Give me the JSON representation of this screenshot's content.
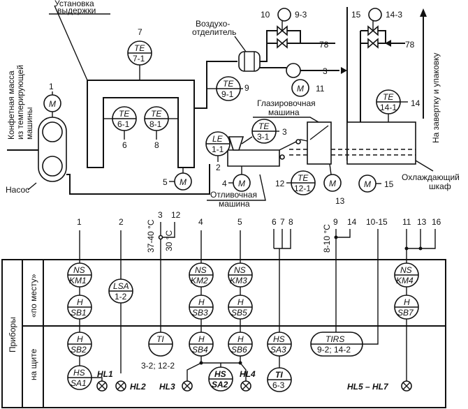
{
  "labels": {
    "installation_line1": "Установка",
    "installation_line2": "выдержки",
    "air_separator_line1": "Воздухо-",
    "air_separator_line2": "отделитель",
    "glazing_line1": "Глазировочная",
    "glazing_line2": "машина",
    "casting_line1": "Отливочная",
    "casting_line2": "машина",
    "cooling_line1": "Охлаждающий",
    "cooling_line2": "шкаф",
    "pump": "Насос",
    "input_line1": "Конфетная масса",
    "input_line2": "из темперирующей",
    "input_line3": "машины",
    "output": "На завертку и упаковку",
    "devices": "Приборы",
    "local": "«по месту»",
    "panel": "на щите"
  },
  "instruments": {
    "te71_a": "TE",
    "te71_b": "7-1",
    "te61_a": "TE",
    "te61_b": "6-1",
    "te81_a": "TE",
    "te81_b": "8-1",
    "te91_a": "TE",
    "te91_b": "9-1",
    "le11_a": "LE",
    "le11_b": "1-1",
    "te31_a": "TE",
    "te31_b": "3-1",
    "te121_a": "TE",
    "te121_b": "12-1",
    "te141_a": "TE",
    "te141_b": "14-1",
    "motor": "M"
  },
  "tags": {
    "n1": "1",
    "n2": "2",
    "n3": "3",
    "n4": "4",
    "n5": "5",
    "n6": "6",
    "n7": "7",
    "n8": "8",
    "n9": "9",
    "n10": "10",
    "n11": "11",
    "n12": "12",
    "n13": "13",
    "n14": "14",
    "n15": "15",
    "n78": "78",
    "n93": "9-3",
    "n143": "14-3"
  },
  "bottom": {
    "cols": {
      "c1": "1",
      "c2": "2",
      "c3": "3",
      "c12": "12",
      "c4": "4",
      "c5": "5",
      "c6": "6",
      "c7": "7",
      "c8": "8",
      "c9": "9",
      "c14": "14",
      "c1015": "10-15",
      "c11": "11",
      "c13": "13",
      "c16": "16"
    },
    "temp1": "37-40 °C",
    "temp2": "30 °C",
    "temp3": "8-10 °C",
    "ns": "NS",
    "km1": "KM1",
    "km2": "KM2",
    "km3": "KM3",
    "km4": "KM4",
    "lsa": "LSA",
    "lsa_b": "1-2",
    "h": "H",
    "hs": "HS",
    "sb1": "SB1",
    "sb2": "SB2",
    "sb3": "SB3",
    "sb4": "SB4",
    "sb5": "SB5",
    "sb6": "SB6",
    "sb7": "SB7",
    "sa1": "SA1",
    "sa2": "SA2",
    "sa3": "SA3",
    "ti": "TI",
    "ti_b": "6-3",
    "tirs": "TIRS",
    "tirs_b": "9-2; 14-2",
    "ti_ref": "3-2; 12-2",
    "hl1": "HL1",
    "hl2": "HL2",
    "hl3": "HL3",
    "hl4": "HL4",
    "hl57": "HL5 – HL7"
  }
}
